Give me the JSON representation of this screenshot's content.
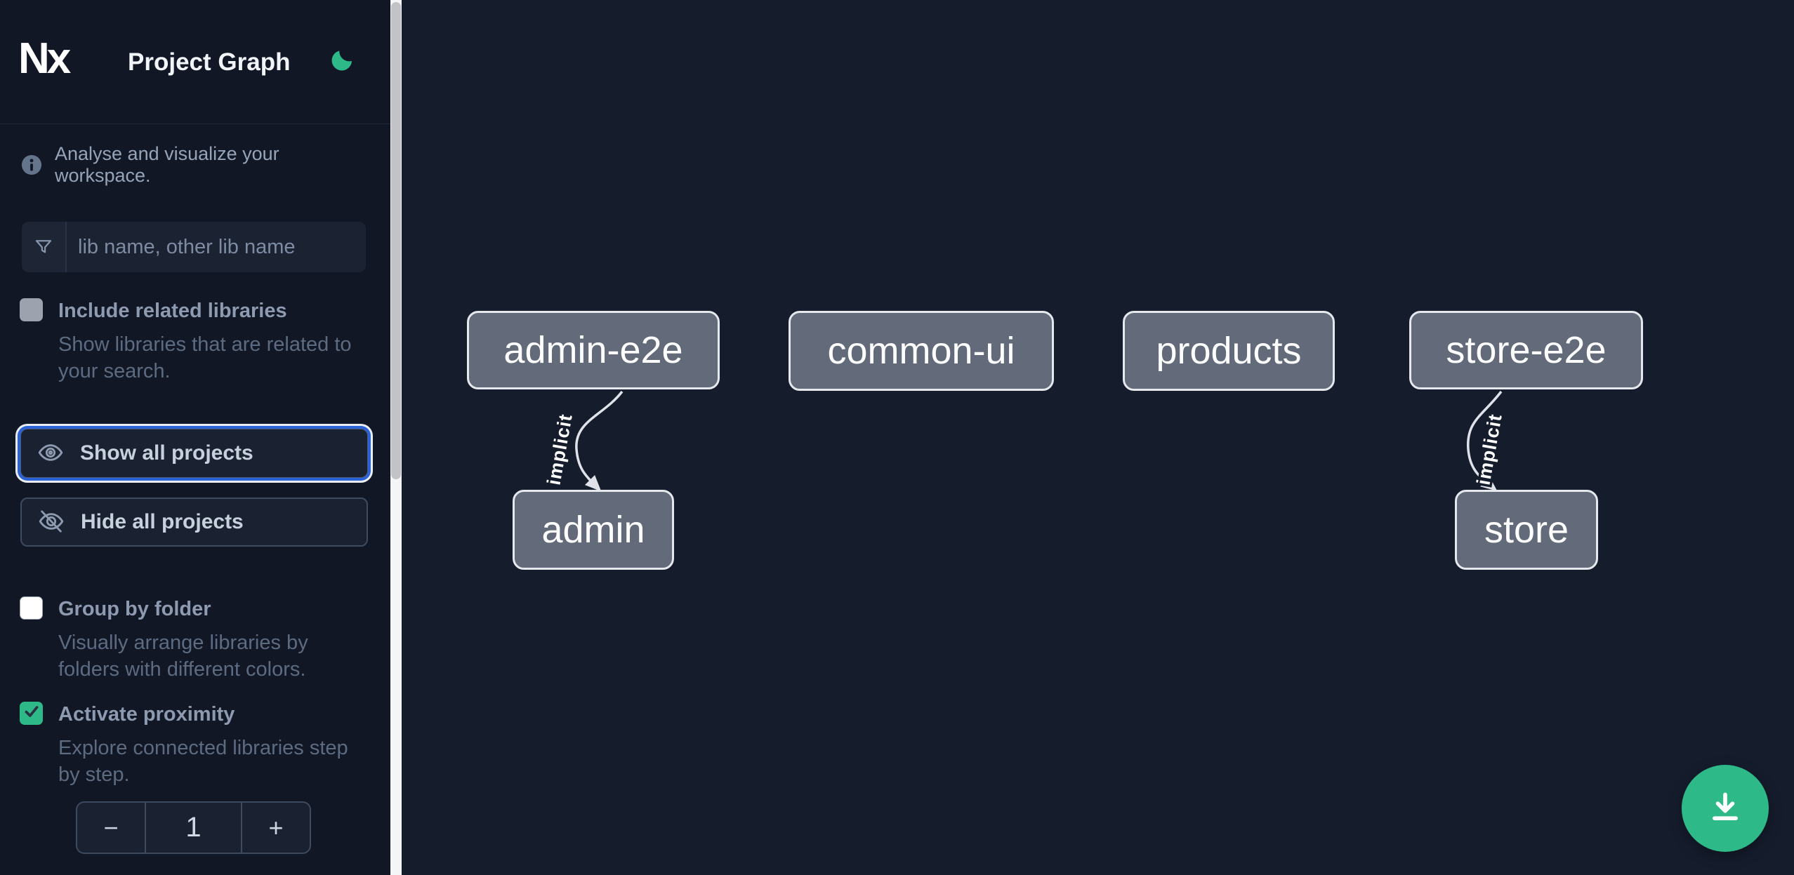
{
  "colors": {
    "accent-green": "#2eba88",
    "focus-blue": "#2a63d9",
    "node-fill": "#636b7a",
    "node-border": "#e5e8ec",
    "edge-color": "#dfe3e9",
    "canvas-bg": "#151c2c",
    "sidebar-bg": "#121726"
  },
  "header": {
    "logo": "Nx",
    "title": "Project Graph"
  },
  "sidebar": {
    "info_text": "Analyse and visualize your workspace.",
    "search_placeholder": "lib name, other lib name",
    "show_all_label": "Show all projects",
    "hide_all_label": "Hide all projects",
    "toggles": [
      {
        "label": "Include related libraries",
        "description": "Show libraries that are related to\nyour search.",
        "checked": false,
        "disabled": true
      },
      {
        "label": "Group by folder",
        "description": "Visually arrange libraries by\nfolders with different colors.",
        "checked": false,
        "disabled": false
      },
      {
        "label": "Activate proximity",
        "description": "Explore connected libraries step\nby step.",
        "checked": true,
        "disabled": false
      }
    ],
    "stepper": {
      "decrement": "−",
      "value": "1",
      "increment": "+"
    }
  },
  "graph": {
    "nodes": [
      {
        "id": "admin-e2e",
        "label": "admin-e2e"
      },
      {
        "id": "common-ui",
        "label": "common-ui"
      },
      {
        "id": "products",
        "label": "products"
      },
      {
        "id": "store-e2e",
        "label": "store-e2e"
      },
      {
        "id": "admin",
        "label": "admin"
      },
      {
        "id": "store",
        "label": "store"
      }
    ],
    "edges": [
      {
        "from": "admin-e2e",
        "to": "admin",
        "label": "implicit"
      },
      {
        "from": "store-e2e",
        "to": "store",
        "label": "implicit"
      }
    ]
  }
}
